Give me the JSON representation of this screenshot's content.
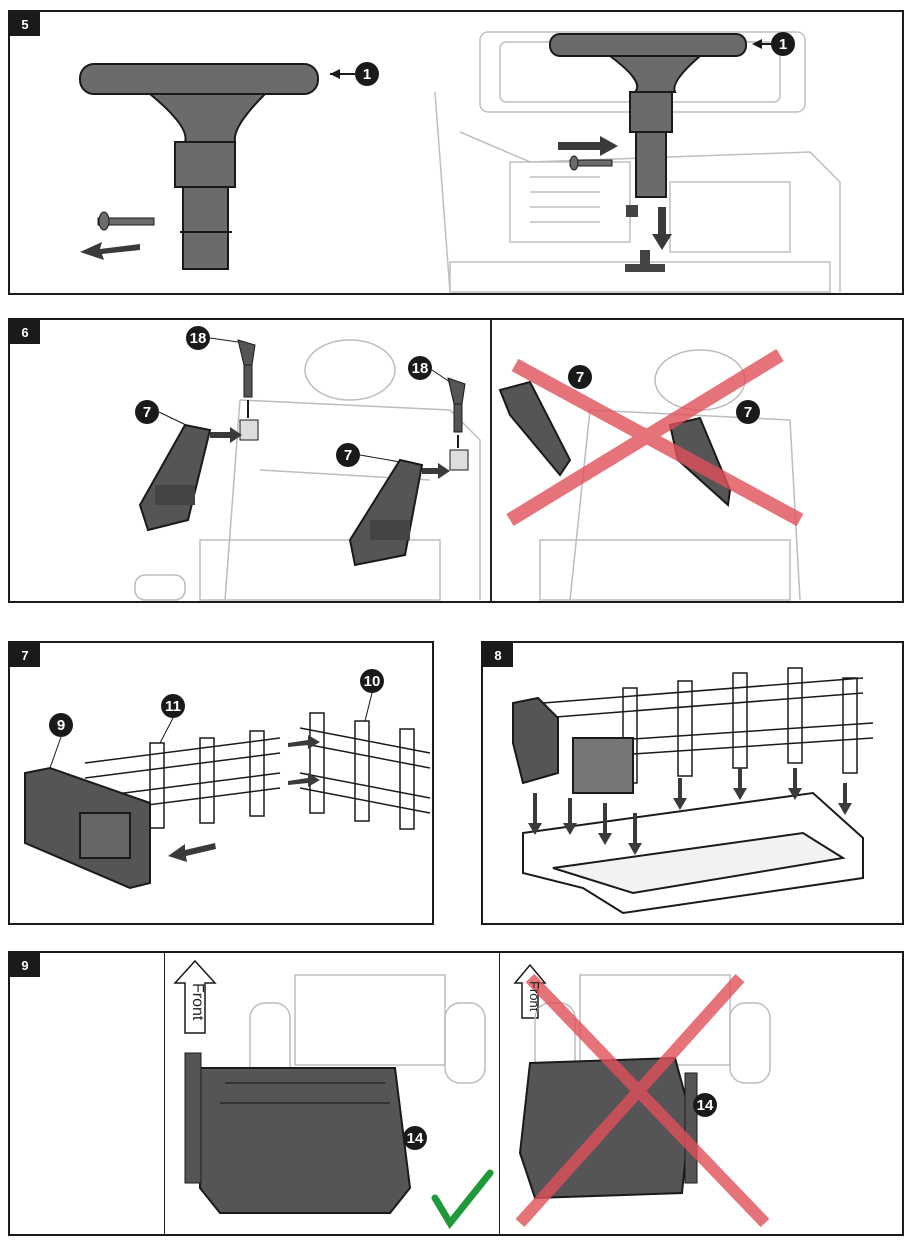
{
  "steps": {
    "s5": {
      "number": "5",
      "callout_left": "1",
      "callout_right": "1"
    },
    "s6": {
      "number": "6",
      "callouts": [
        "18",
        "18",
        "7",
        "7",
        "7",
        "7"
      ]
    },
    "s7": {
      "number": "7",
      "callouts": [
        "9",
        "11",
        "10"
      ]
    },
    "s8": {
      "number": "8"
    },
    "s9": {
      "number": "9",
      "front_left": "Front",
      "front_right": "Front",
      "callout_left": "14",
      "callout_right": "14"
    }
  },
  "colors": {
    "line": "#1a1a1a",
    "part_dark": "#555555",
    "cross": "#e0505a",
    "check": "#1e9a3a"
  },
  "icons": [
    "arrow-icon",
    "callout-badge",
    "cross-mark-icon",
    "check-mark-icon"
  ]
}
